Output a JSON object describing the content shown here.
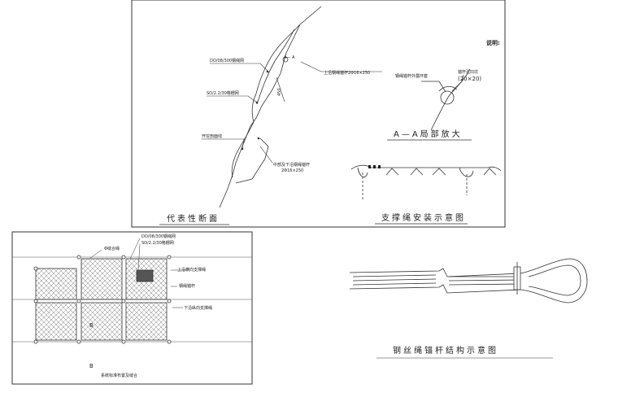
{
  "top_panel": {
    "note_label": "说明:",
    "section_title": "代表性断面",
    "detail_title": "A—A局部放大",
    "support_title": "支撑绳安装示意图",
    "labels": {
      "net1": "DO/08/300钢绳网",
      "net2": "SO/2.2/30格栅网",
      "upper_anchor": "上沿钢绳锚杆2Φ16×250",
      "excavation": "开挖剖面线",
      "mid_anchor_1": "中部及下沿钢绳锚杆",
      "mid_anchor_2": "2Φ16×250",
      "section_mark": "A— A",
      "dim": "450",
      "hole_label": "锚杆孔凹坑",
      "hole_size": "(20×20)",
      "ring_label": "钢绳锚杆外露环套"
    }
  },
  "left_panel": {
    "title": "系统标准布置及缝合",
    "mark": "B",
    "labels": {
      "a": "Φ缝合绳",
      "b": "DO/08/300钢绳网",
      "c": "SO/2.2/30格栅网",
      "d": "上沿横向支撑绳",
      "e": "钢绳锚杆",
      "f": "下沿纵向支撑绳",
      "g": "B"
    }
  },
  "right_panel": {
    "title": "钢丝绳锚杆结构示意图"
  }
}
